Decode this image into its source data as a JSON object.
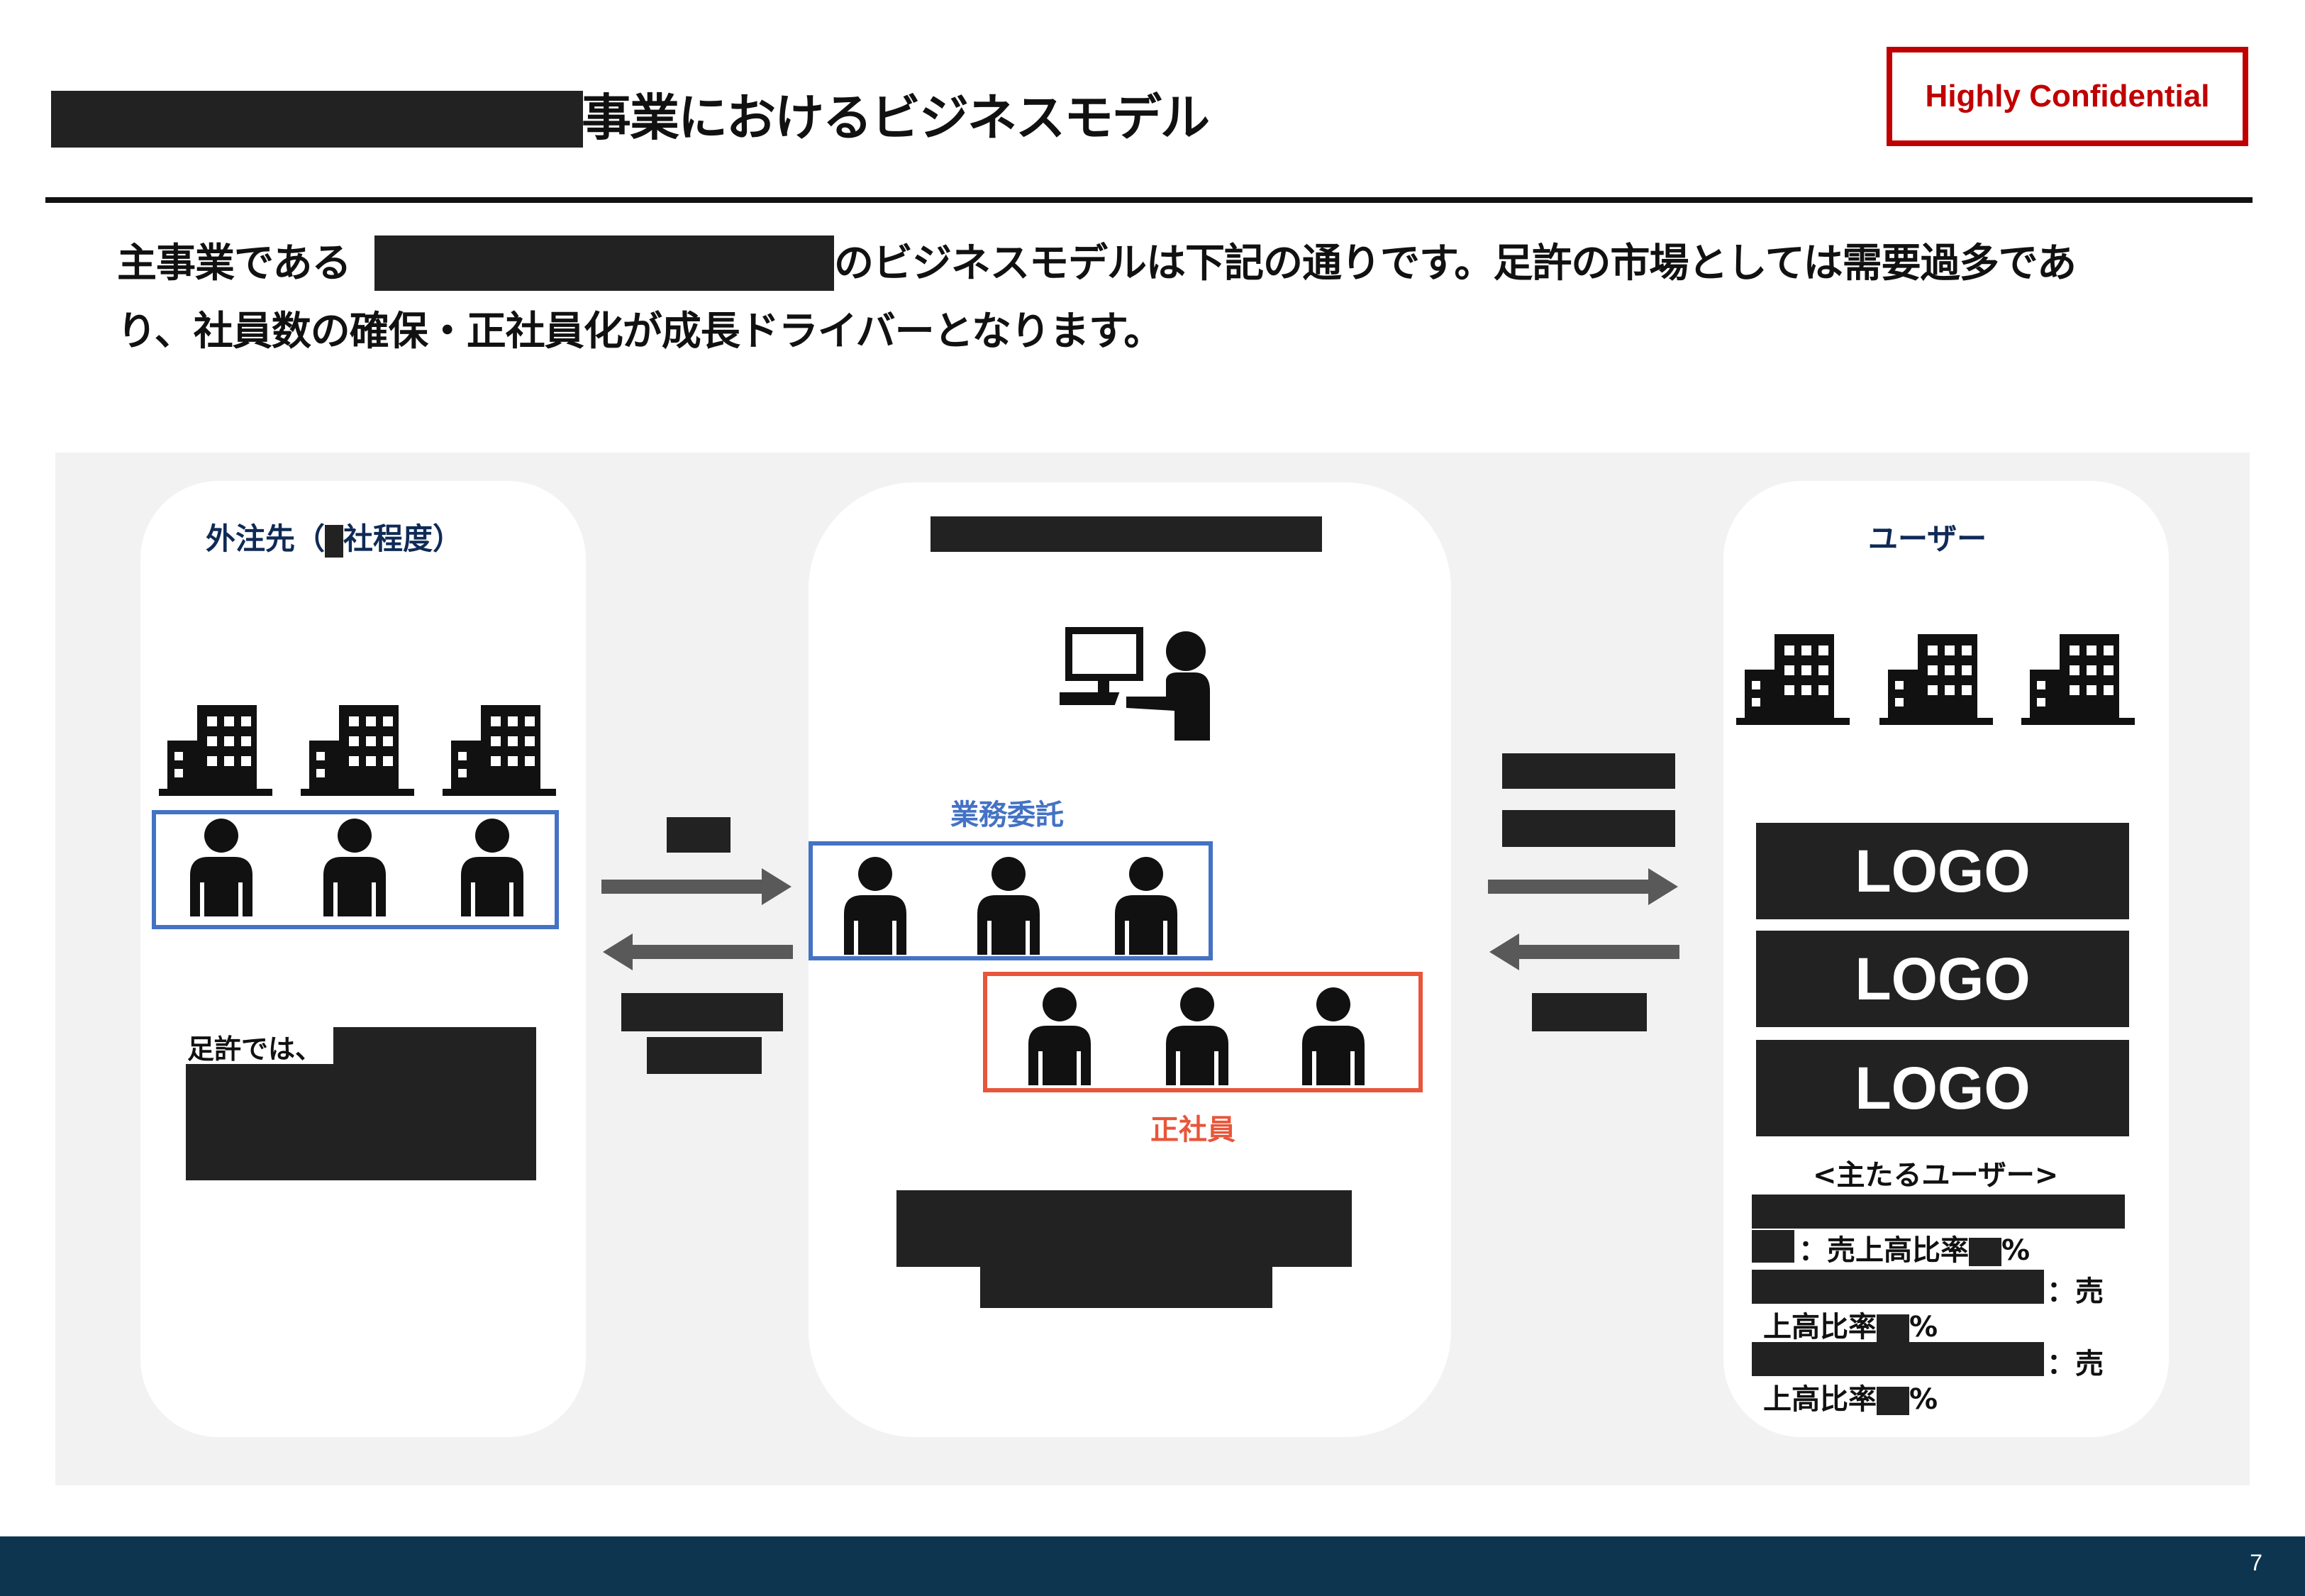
{
  "header": {
    "title": "事業におけるビジネスモデル",
    "confidential_label": "Highly Confidential"
  },
  "lead": {
    "line1_start": "主事業である",
    "line1_end": "のビジネスモデルは下記の通りです。足許の市場としては需要過多であ",
    "line2": "り、社員数の確保・正社員化が成長ドライバーとなります。"
  },
  "outsource": {
    "title": "外注先（",
    "title_suffix": "社程度）",
    "note_prefix": "足許では、"
  },
  "center": {
    "consign_label": "業務委託",
    "fulltime_label": "正社員"
  },
  "users": {
    "title": "ユーザー",
    "logos": [
      "LOGO",
      "LOGO",
      "LOGO"
    ],
    "main_users_heading": "<主たるユーザー>",
    "ratio_1": "：売上高比率",
    "ratio_2_a": "：売",
    "ratio_2_b": "上高比率",
    "ratio_3_a": "：売",
    "ratio_3_b": "上高比率",
    "percent": "%"
  },
  "colors": {
    "confidential_red": "#C00000",
    "consign_blue": "#4472C4",
    "fulltime_red": "#E8553A",
    "title_navy": "#0f2a55",
    "footer_navy": "#0d3550",
    "redaction": "#222222"
  },
  "footer": {
    "page_number": "7"
  }
}
